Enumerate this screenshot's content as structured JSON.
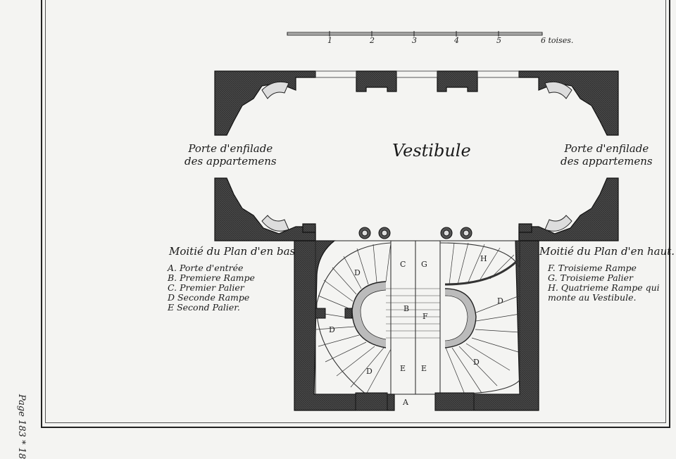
{
  "scale": {
    "ticks": [
      "1",
      "2",
      "3",
      "4",
      "5"
    ],
    "end_label": "6 toises."
  },
  "title": "Vestibule",
  "doors": {
    "left": [
      "Porte d'enfilade",
      "des appartemens"
    ],
    "right": [
      "Porte d'enfilade",
      "des appartemens"
    ]
  },
  "half_bas": {
    "heading": "Moitié du Plan d'en bas",
    "items": [
      "A. Porte d'entrée",
      "B. Premiere Rampe",
      "C. Premier Palier",
      "D  Seconde Rampe",
      "E  Second Palier."
    ]
  },
  "half_haut": {
    "heading": "Moitié du Plan d'en haut.",
    "items": [
      "F. Troisieme Rampe",
      "G. Troisieme Palier",
      "H. Quatrieme Rampe qui",
      "monte au Vestibule."
    ]
  },
  "zones": {
    "A": "A",
    "B": "B",
    "C": "C",
    "D1": "D",
    "D2": "D",
    "D3": "D",
    "E1": "E",
    "E2": "E",
    "F": "F",
    "G": "G",
    "H": "H",
    "D4": "D",
    "D5": "D"
  },
  "page_ref": "Page 183 * 18",
  "colors": {
    "ink": "#1a1a1a",
    "wall": "#5a5a5a",
    "paper": "#f4f4f2"
  }
}
